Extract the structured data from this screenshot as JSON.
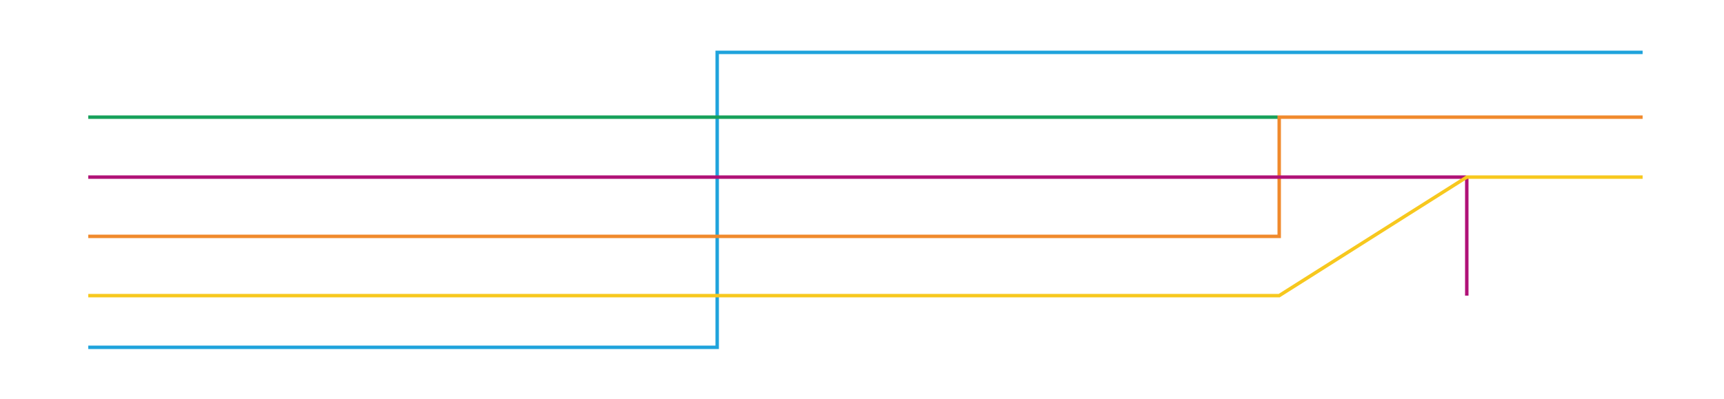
{
  "diagram": {
    "background": "#ffffff",
    "lines": [
      {
        "id": "blue",
        "color": "#1fa3dc"
      },
      {
        "id": "green",
        "color": "#17a05a"
      },
      {
        "id": "orange",
        "color": "#f08a2c"
      },
      {
        "id": "magenta",
        "color": "#b01277"
      },
      {
        "id": "yellow",
        "color": "#f7c81e"
      }
    ]
  }
}
